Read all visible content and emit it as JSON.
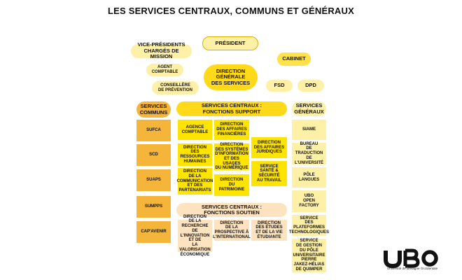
{
  "title": "LES SERVICES CENTRAUX, COMMUNS ET GÉNÉRAUX",
  "top": {
    "president": "PRÉSIDENT",
    "vice_presidents": "VICE-PRÉSIDENTS\nCHARGÉS DE MISSION",
    "cabinet": "CABINET",
    "agent_comptable": "AGENT\nCOMPTABLE",
    "direction_generale": "DIRECTION\nGÉNÉRALE\nDES SERVICES",
    "conseillere": "CONSEILLÈRE\nDE PRÉVENTION",
    "fsd": "FSD",
    "dpd": "DPD"
  },
  "services_communs": {
    "header": "SERVICES\nCOMMUNS",
    "items": [
      "SUFCA",
      "SCD",
      "SUAPS",
      "SUMPPS",
      "CAP'AVENIR"
    ]
  },
  "fonctions_support": {
    "header": "SERVICES CENTRAUX :\nFONCTIONS SUPPORT",
    "items": [
      "AGENCE\nCOMPTABLE",
      "DIRECTION\nDES AFFAIRES\nFINANCIÈRES",
      "DIRECTION\nDES AFFAIRES\nJURIDIQUES",
      "DIRECTION\nDES\nRESSOURCES\nHUMAINES",
      "DIRECTION\nDES SYSTÈMES\nD'INFORMATION\nET DES USAGES\nDU NUMÉRIQUE",
      "SERVICE\nSANTÉ &\nSÉCURITÉ\nAU TRAVAIL",
      "DIRECTION\nDE LA\nCOMMUNICATION\nET DES\nPARTENARIATS",
      "DIRECTION\nDU\nPATRIMOINE"
    ]
  },
  "fonctions_soutien": {
    "header": "SERVICES CENTRAUX :\nFONCTIONS SOUTIEN",
    "items": [
      "DIRECTION\nDE LA\nRECHERCHE\nDE L'INNOVATION\nET DE\nLA VALORISATION\nÉCONOMIQUE",
      "DIRECTION\nDE LA\nPROSPECTIVE À\nL'INTERNATIONAL",
      "DIRECTION\nDES ÉTUDES\nET DE LA VIE\nÉTUDIANTE"
    ]
  },
  "services_generaux": {
    "header": "SERVICES\nGÉNÉRAUX",
    "items": [
      "SIAME",
      "BUREAU\nDE TRADUCTION\nDE L'UNIVERSITÉ",
      "PÔLE LANGUES",
      "UBO\nOPEN FACTORY",
      "SERVICE\nDES PLATEFORMES\nTECHNOLOGIQUES",
      "SERVICE\nDE GESTION\nDU PÔLE\nUNIVERSITAIRE\nPIERRE\nJAKEZ-HÉLIAS\nDE QUIMPER"
    ]
  },
  "logo": {
    "name": "UBO",
    "subtitle": "Université de Bretagne Occidentale"
  },
  "colors": {
    "light_yellow": "#fff0a8",
    "yellow": "#ffe14a",
    "main_yellow": "#ffd91a",
    "orange": "#f4b53a",
    "beige": "#fde3c0"
  }
}
